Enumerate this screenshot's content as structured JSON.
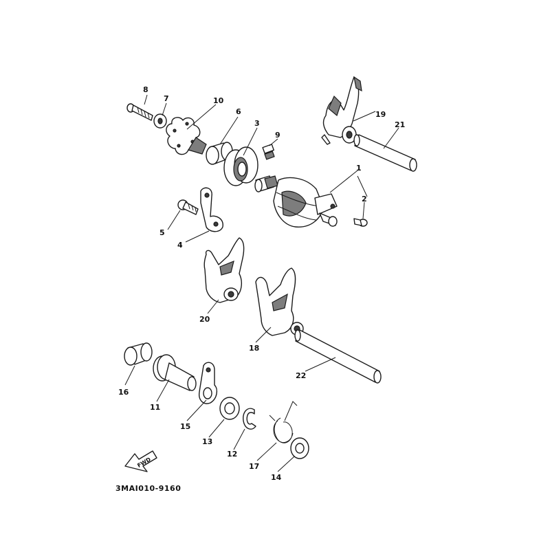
{
  "diagram": {
    "drawing_code": "3MAI010-9160",
    "direction_label": "FWD",
    "callouts": {
      "c1": "1",
      "c2": "2",
      "c3": "3",
      "c4": "4",
      "c5": "5",
      "c6": "6",
      "c7": "7",
      "c8": "8",
      "c9": "9",
      "c10": "10",
      "c11": "11",
      "c12": "12",
      "c13": "13",
      "c14": "14",
      "c15": "15",
      "c16": "16",
      "c17": "17",
      "c18": "18",
      "c19": "19",
      "c20": "20",
      "c21": "21",
      "c22": "22"
    }
  }
}
